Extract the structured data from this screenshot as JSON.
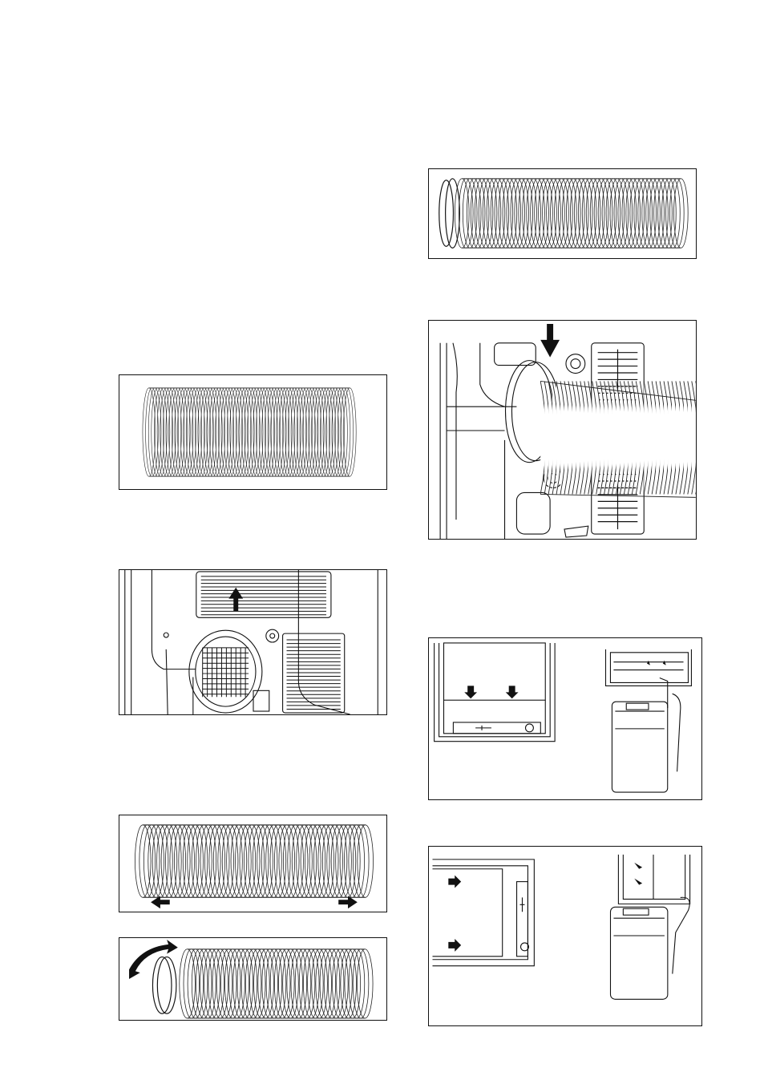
{
  "page": {
    "figures": [
      {
        "name": "hose-compressed",
        "icon": "exhaust-hose"
      },
      {
        "name": "rear-outlet-adapter",
        "icon": "outlet-adapter-rear"
      },
      {
        "name": "hose-extend",
        "icon": "hose-stretch-arrows"
      },
      {
        "name": "hose-adapter-twist",
        "icon": "adapter-rotate"
      },
      {
        "name": "hose-with-adapter",
        "icon": "hose-adapter-attached"
      },
      {
        "name": "hose-connect-unit",
        "icon": "hose-insert-arrow"
      },
      {
        "name": "window-kit-vertical",
        "icon": "window-slider-vertical"
      },
      {
        "name": "window-kit-horizontal",
        "icon": "window-slider-horizontal"
      }
    ]
  }
}
